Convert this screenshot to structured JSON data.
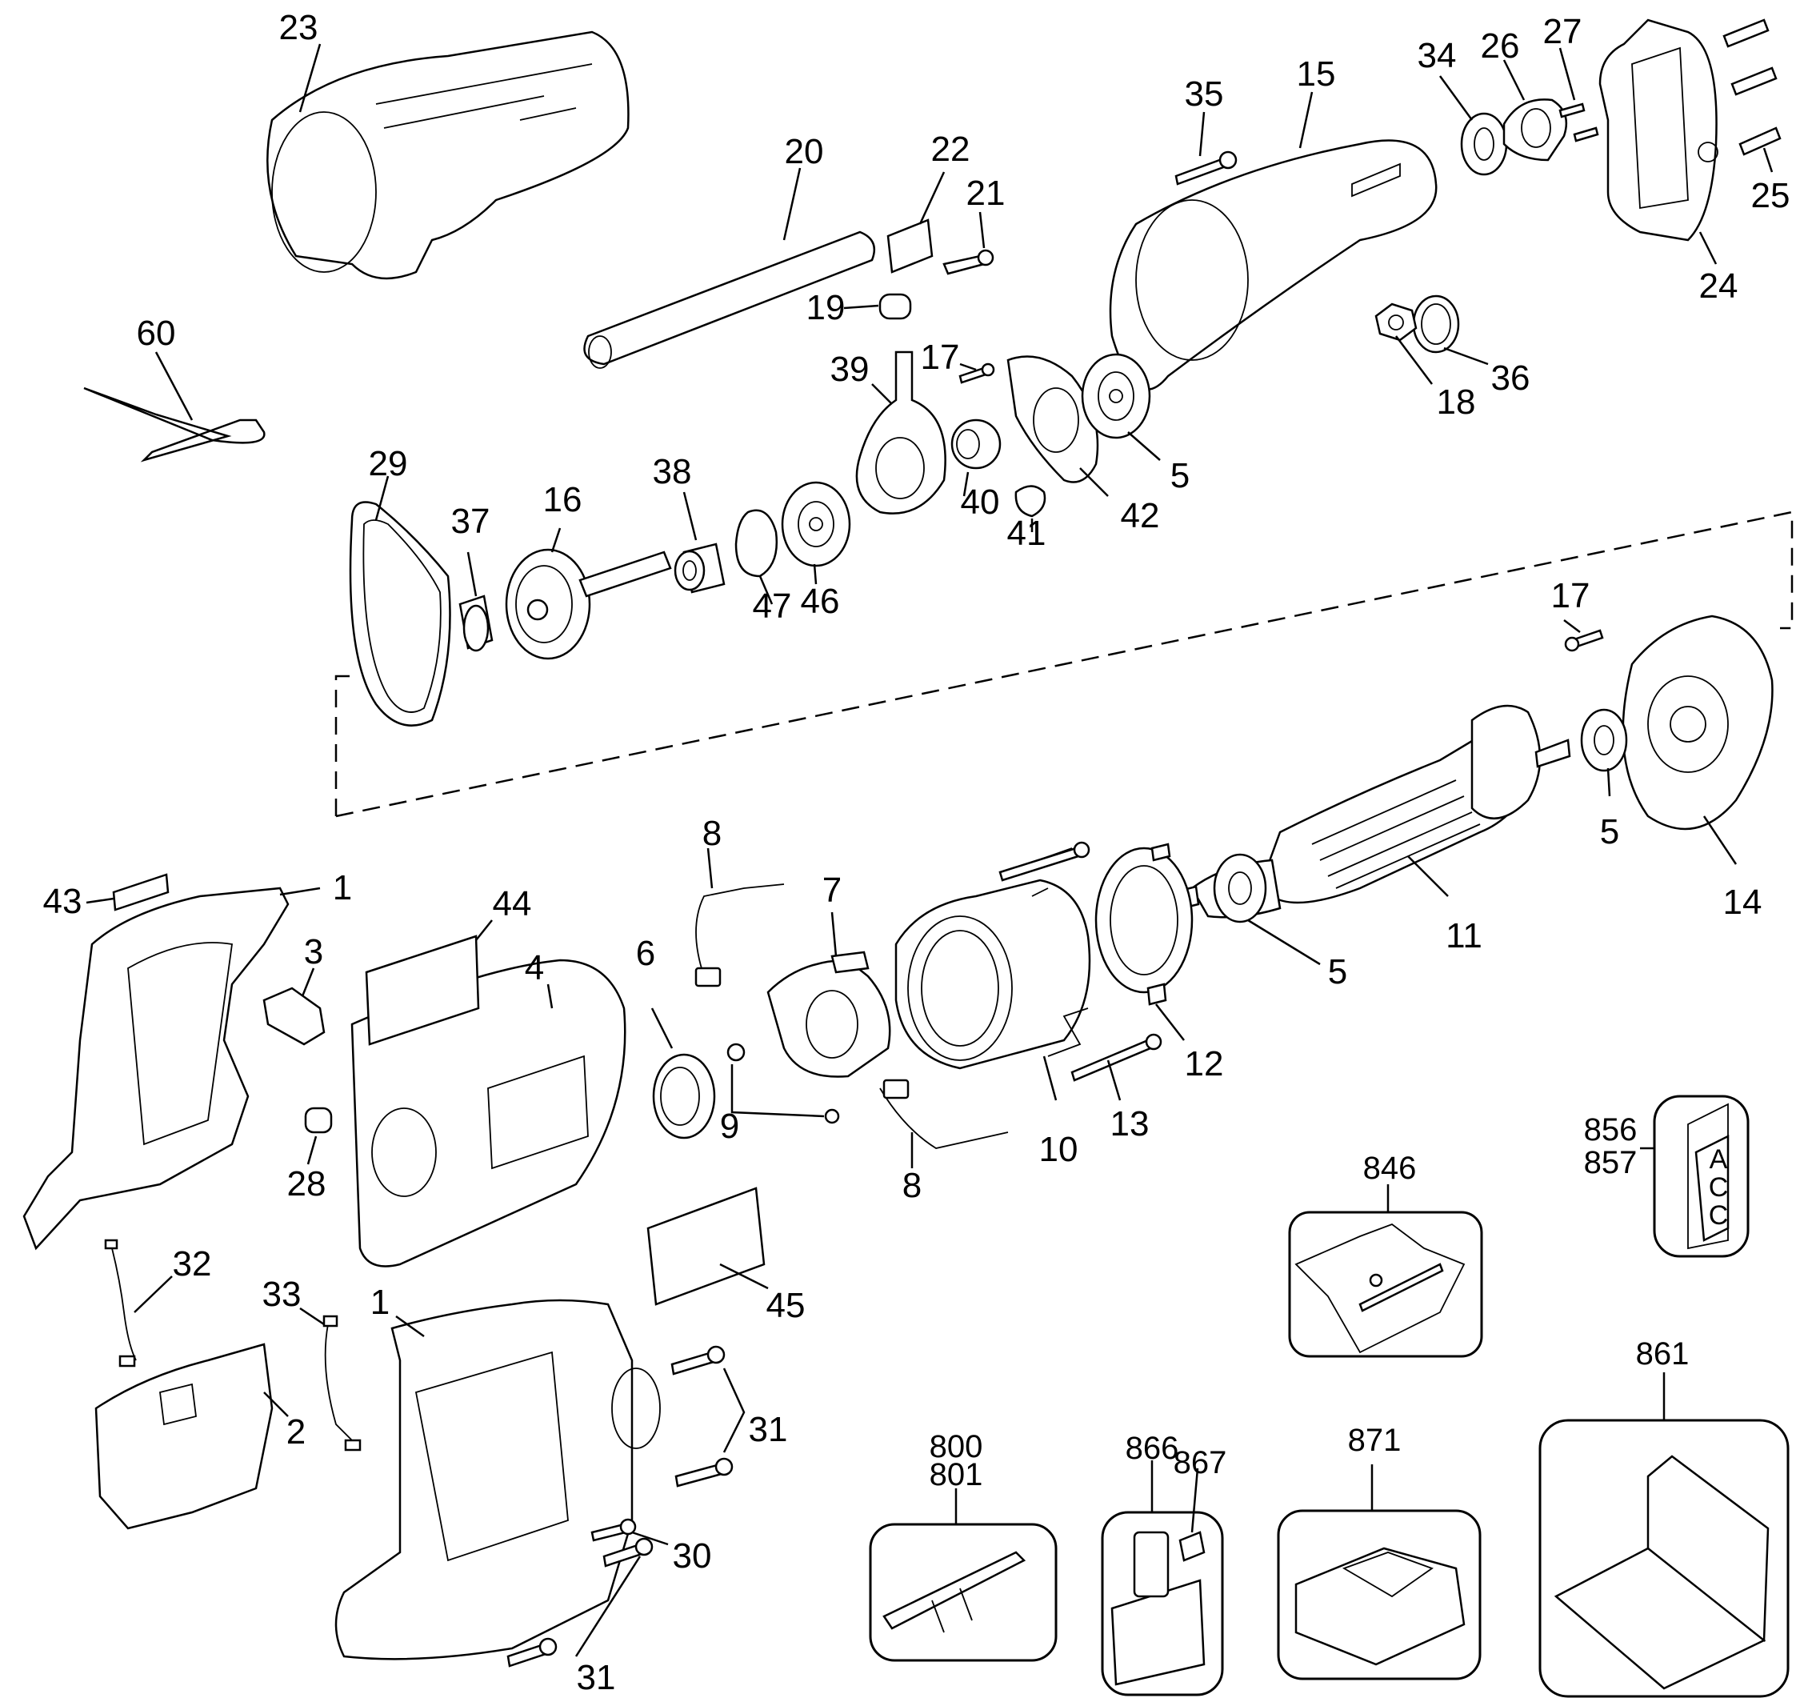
{
  "diagram": {
    "type": "exploded-parts-diagram",
    "subject": "cordless reciprocating saw",
    "callouts": [
      {
        "id": "23"
      },
      {
        "id": "60"
      },
      {
        "id": "20"
      },
      {
        "id": "22"
      },
      {
        "id": "21"
      },
      {
        "id": "19"
      },
      {
        "id": "35"
      },
      {
        "id": "15"
      },
      {
        "id": "34"
      },
      {
        "id": "26"
      },
      {
        "id": "27"
      },
      {
        "id": "25"
      },
      {
        "id": "24"
      },
      {
        "id": "36"
      },
      {
        "id": "18"
      },
      {
        "id": "17a",
        "label": "17"
      },
      {
        "id": "39"
      },
      {
        "id": "5a",
        "label": "5"
      },
      {
        "id": "42"
      },
      {
        "id": "40"
      },
      {
        "id": "41"
      },
      {
        "id": "29"
      },
      {
        "id": "37"
      },
      {
        "id": "16"
      },
      {
        "id": "38"
      },
      {
        "id": "47"
      },
      {
        "id": "46"
      },
      {
        "id": "17b",
        "label": "17"
      },
      {
        "id": "5b",
        "label": "5"
      },
      {
        "id": "14"
      },
      {
        "id": "11"
      },
      {
        "id": "5c",
        "label": "5"
      },
      {
        "id": "12"
      },
      {
        "id": "13"
      },
      {
        "id": "10"
      },
      {
        "id": "8a",
        "label": "8"
      },
      {
        "id": "7"
      },
      {
        "id": "6"
      },
      {
        "id": "9"
      },
      {
        "id": "8b",
        "label": "8"
      },
      {
        "id": "43"
      },
      {
        "id": "1a",
        "label": "1"
      },
      {
        "id": "44"
      },
      {
        "id": "3"
      },
      {
        "id": "4"
      },
      {
        "id": "28"
      },
      {
        "id": "32"
      },
      {
        "id": "33"
      },
      {
        "id": "1b",
        "label": "1"
      },
      {
        "id": "2"
      },
      {
        "id": "45"
      },
      {
        "id": "31a",
        "label": "31"
      },
      {
        "id": "30"
      },
      {
        "id": "31b",
        "label": "31"
      },
      {
        "id": "846"
      },
      {
        "id": "856"
      },
      {
        "id": "857"
      },
      {
        "id": "800"
      },
      {
        "id": "801"
      },
      {
        "id": "866"
      },
      {
        "id": "867"
      },
      {
        "id": "871"
      },
      {
        "id": "861"
      }
    ],
    "labels": {
      "l23": "23",
      "l60": "60",
      "l20": "20",
      "l22": "22",
      "l21": "21",
      "l19": "19",
      "l35": "35",
      "l15": "15",
      "l34": "34",
      "l26": "26",
      "l27": "27",
      "l25": "25",
      "l24": "24",
      "l36": "36",
      "l18": "18",
      "l17a": "17",
      "l39": "39",
      "l5a": "5",
      "l42": "42",
      "l40": "40",
      "l41": "41",
      "l29": "29",
      "l37": "37",
      "l16": "16",
      "l38": "38",
      "l47": "47",
      "l46": "46",
      "l17b": "17",
      "l5b": "5",
      "l14": "14",
      "l11": "11",
      "l5c": "5",
      "l12": "12",
      "l13": "13",
      "l10": "10",
      "l8a": "8",
      "l7": "7",
      "l6": "6",
      "l9": "9",
      "l8b": "8",
      "l43": "43",
      "l1a": "1",
      "l44": "44",
      "l3": "3",
      "l4": "4",
      "l28": "28",
      "l32": "32",
      "l33": "33",
      "l1b": "1",
      "l2": "2",
      "l45": "45",
      "l31a": "31",
      "l30": "30",
      "l31b": "31",
      "l846": "846",
      "l856": "856",
      "l857": "857",
      "l800": "800",
      "l801": "801",
      "l866": "866",
      "l867": "867",
      "l871": "871",
      "l861": "861"
    },
    "accessory_tag_text": [
      "A",
      "C",
      "C"
    ]
  }
}
